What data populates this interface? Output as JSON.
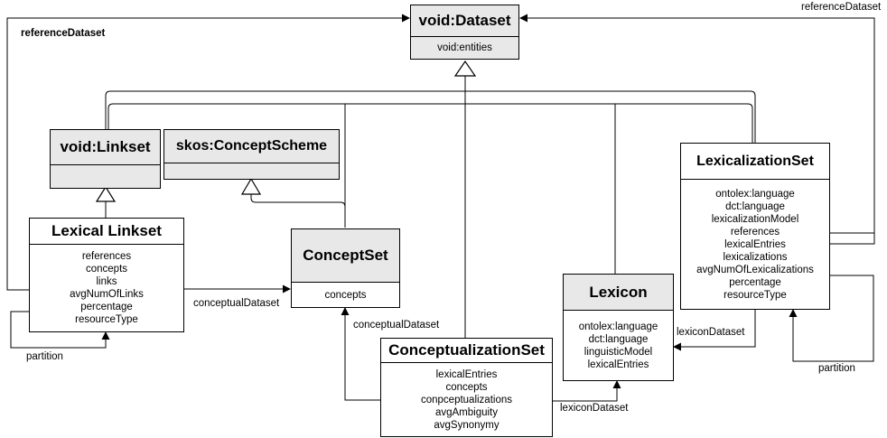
{
  "diagram": {
    "colors": {
      "background": "#ffffff",
      "box_fill_gray": "#e8e8e8",
      "box_fill_white": "#ffffff",
      "line": "#000000"
    },
    "classes": [
      {
        "id": "void-dataset",
        "title": "void:Dataset",
        "attributes": [
          "void:entities"
        ]
      },
      {
        "id": "void-linkset",
        "title": "void:Linkset",
        "attributes": []
      },
      {
        "id": "skos-conceptscheme",
        "title": "skos:ConceptScheme",
        "attributes": []
      },
      {
        "id": "lexical-linkset",
        "title": "Lexical Linkset",
        "attributes": [
          "references",
          "concepts",
          "links",
          "avgNumOfLinks",
          "percentage",
          "resourceType"
        ]
      },
      {
        "id": "conceptset",
        "title": "ConceptSet",
        "attributes": [
          "concepts"
        ]
      },
      {
        "id": "conceptualizationset",
        "title": "ConceptualizationSet",
        "attributes": [
          "lexicalEntries",
          "concepts",
          "conpceptualizations",
          "avgAmbiguity",
          "avgSynonymy"
        ]
      },
      {
        "id": "lexicon",
        "title": "Lexicon",
        "attributes": [
          "ontolex:language",
          "dct:language",
          "linguisticModel",
          "lexicalEntries"
        ]
      },
      {
        "id": "lexicalizationset",
        "title": "LexicalizationSet",
        "attributes": [
          "ontolex:language",
          "dct:language",
          "lexicalizationModel",
          "references",
          "lexicalEntries",
          "lexicalizations",
          "avgNumOfLexicalizations",
          "percentage",
          "resourceType"
        ]
      }
    ],
    "edge_labels": [
      {
        "id": "reference-dataset-left",
        "text": "referenceDataset"
      },
      {
        "id": "reference-dataset-right",
        "text": "referenceDataset"
      },
      {
        "id": "conceptual-dataset-a",
        "text": "conceptualDataset"
      },
      {
        "id": "conceptual-dataset-b",
        "text": "conceptualDataset"
      },
      {
        "id": "lexicon-dataset-a",
        "text": "lexiconDataset"
      },
      {
        "id": "lexicon-dataset-b",
        "text": "lexiconDataset"
      },
      {
        "id": "partition-left",
        "text": "partition"
      },
      {
        "id": "partition-right",
        "text": "partition"
      }
    ],
    "generalizations": [
      {
        "from": "Lexical Linkset",
        "to": "void:Linkset"
      },
      {
        "from": "ConceptSet",
        "to": "skos:ConceptScheme"
      },
      {
        "from": "void:Linkset",
        "to": "void:Dataset"
      },
      {
        "from": "ConceptSet",
        "to": "void:Dataset"
      },
      {
        "from": "ConceptualizationSet",
        "to": "void:Dataset"
      },
      {
        "from": "Lexicon",
        "to": "void:Dataset"
      },
      {
        "from": "LexicalizationSet",
        "to": "void:Dataset"
      }
    ],
    "associations": [
      {
        "from": "Lexical Linkset",
        "to": "void:Dataset",
        "label": "referenceDataset"
      },
      {
        "from": "Lexical Linkset",
        "to": "Lexical Linkset",
        "label": "partition"
      },
      {
        "from": "Lexical Linkset",
        "to": "ConceptSet",
        "label": "conceptualDataset"
      },
      {
        "from": "ConceptualizationSet",
        "to": "ConceptSet",
        "label": "conceptualDataset"
      },
      {
        "from": "ConceptualizationSet",
        "to": "Lexicon",
        "label": "lexiconDataset"
      },
      {
        "from": "LexicalizationSet",
        "to": "Lexicon",
        "label": "lexiconDataset"
      },
      {
        "from": "LexicalizationSet",
        "to": "void:Dataset",
        "label": "referenceDataset"
      },
      {
        "from": "LexicalizationSet",
        "to": "LexicalizationSet",
        "label": "partition"
      }
    ]
  }
}
